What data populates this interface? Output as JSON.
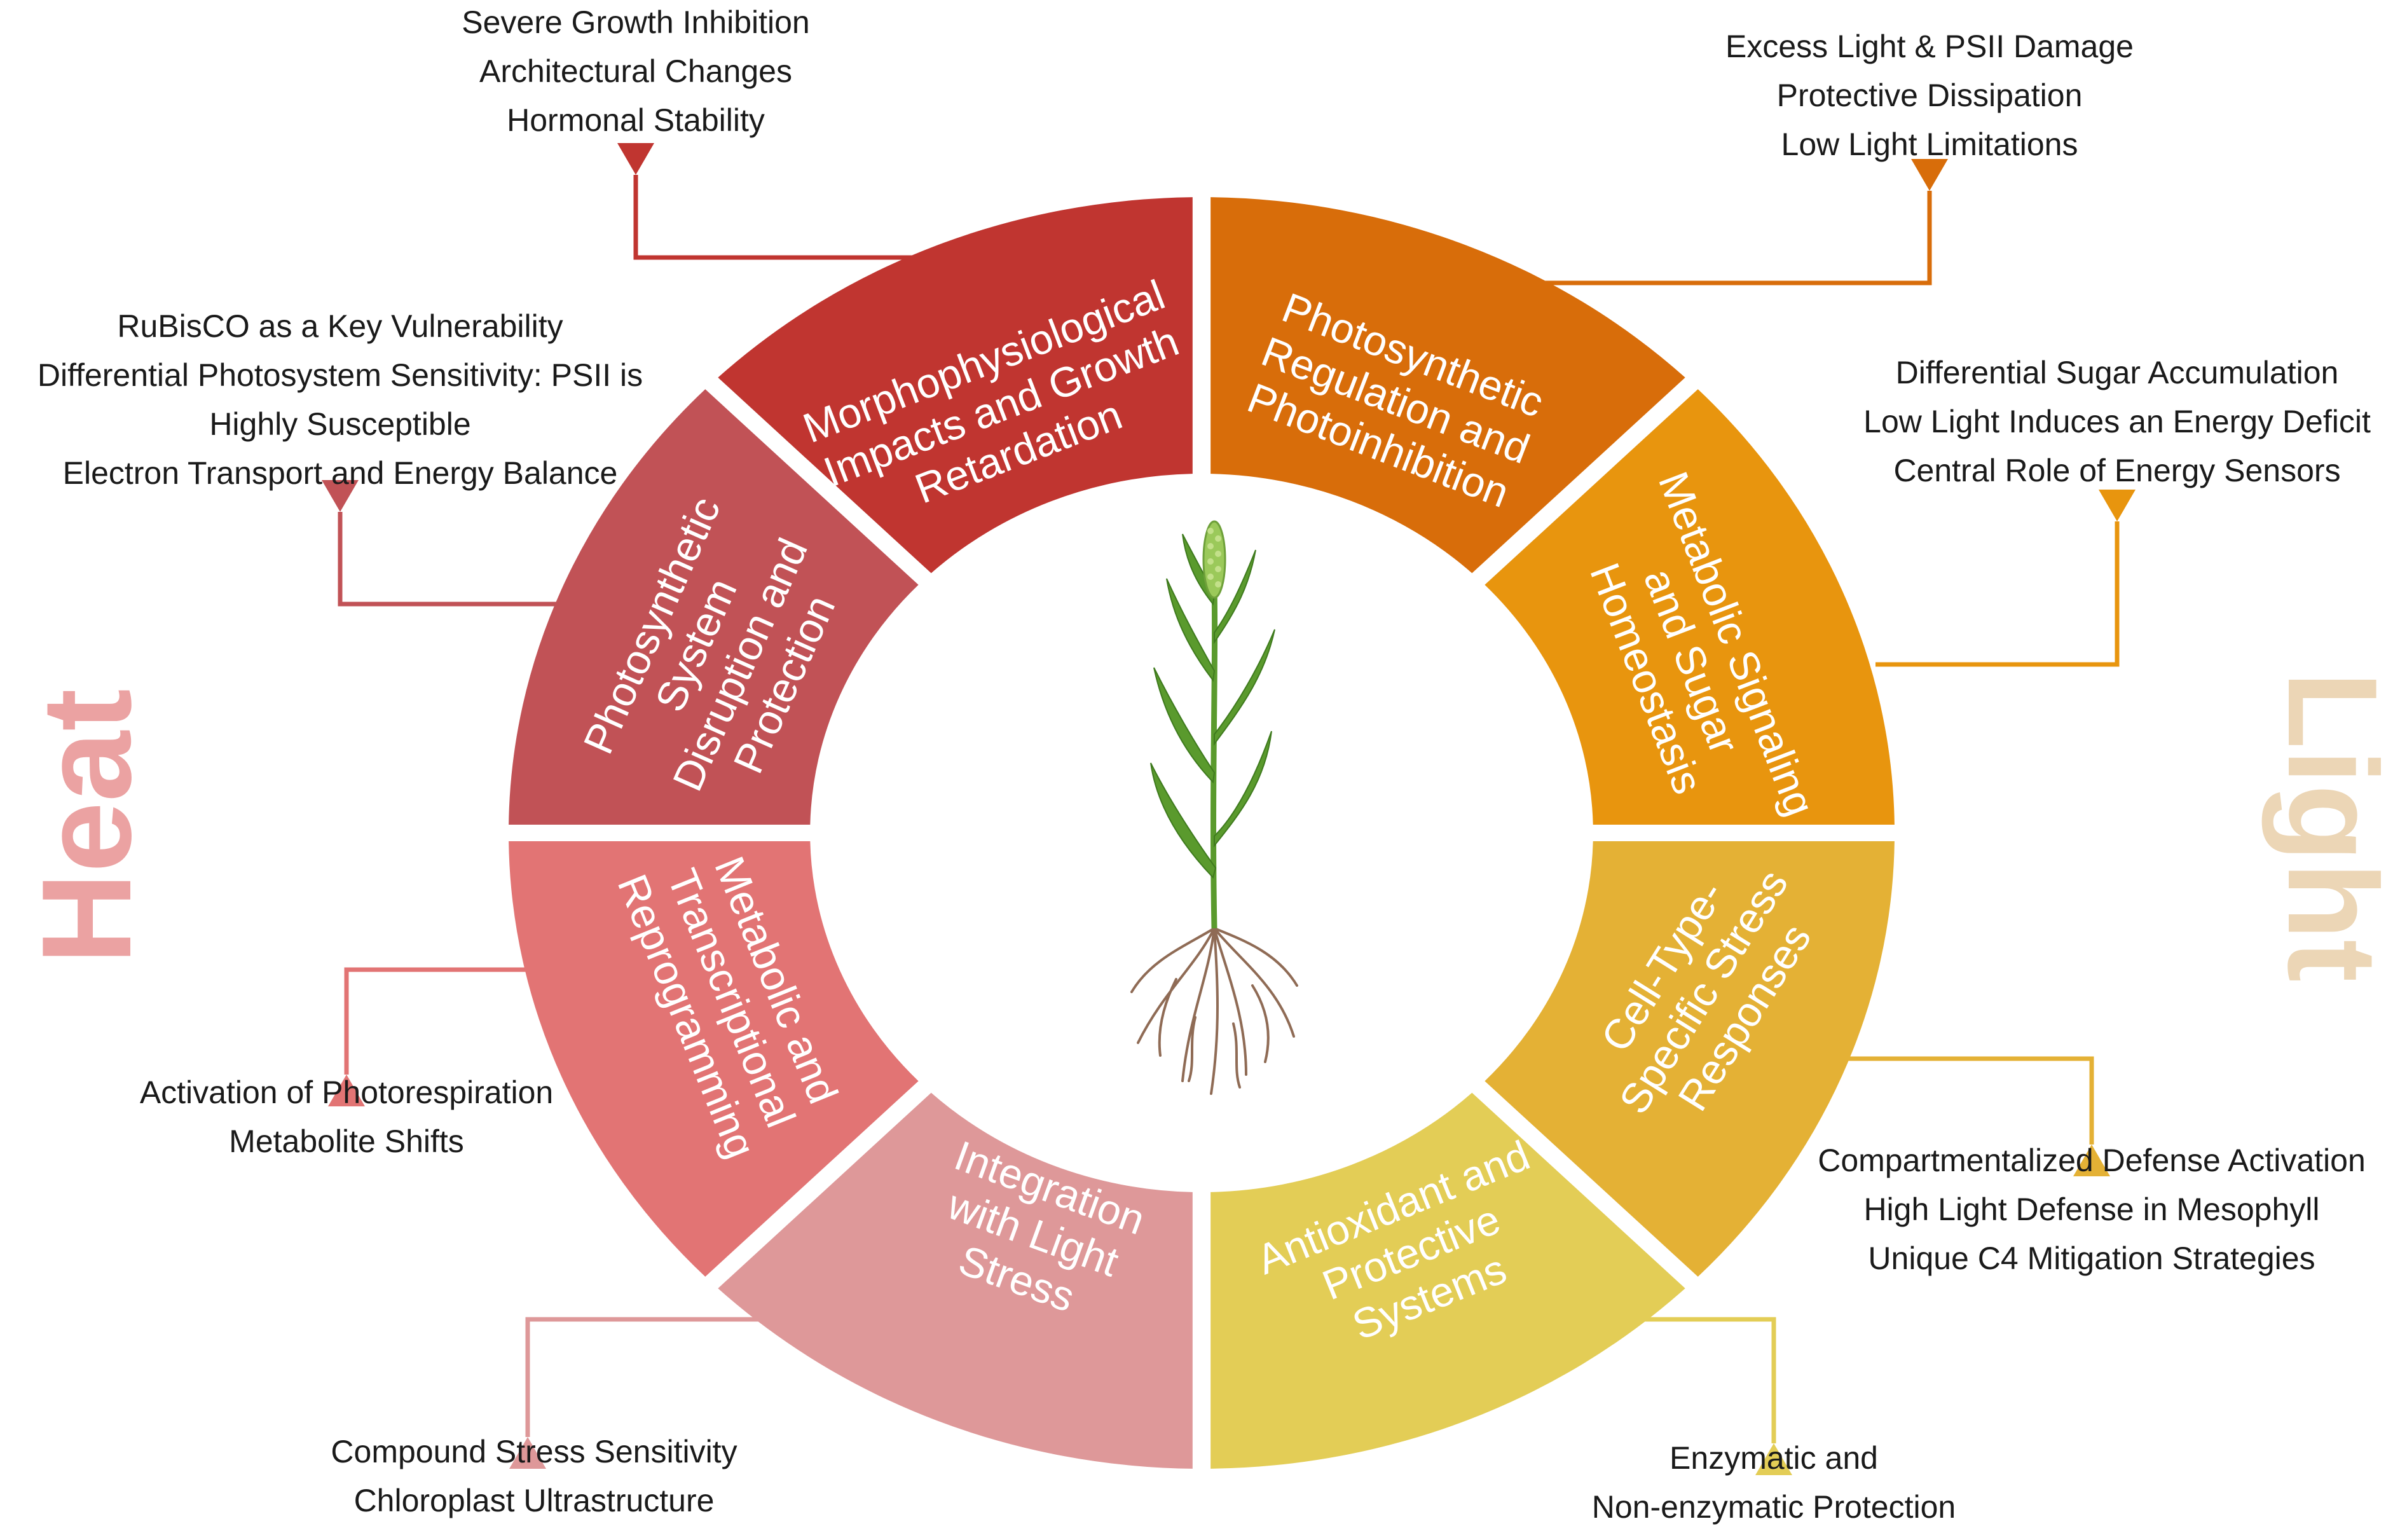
{
  "colors": {
    "morpho": "#c03530",
    "photosys_heat": "#c15256",
    "metabolic_heat": "#e27474",
    "integration": "#de9899",
    "photosyn_light": "#d86d0a",
    "metabolic_light": "#e8950e",
    "celltype": "#e4b135",
    "antioxidant": "#e3cd56",
    "heat_word": "#eba2a2",
    "light_word": "#ecd6b6",
    "plant_green": "#5a9a2d",
    "spike_green": "#9bc95a",
    "root_brown": "#8f6b55"
  },
  "side_labels": {
    "heat": "Heat",
    "light": "Light"
  },
  "segments": [
    {
      "id": "morpho",
      "color_key": "morpho",
      "lines": [
        "Morphophysiological",
        "Impacts and Growth",
        "Retardation"
      ]
    },
    {
      "id": "photosyn_light",
      "color_key": "photosyn_light",
      "lines": [
        "Photosynthetic",
        "Regulation and",
        "Photoinhibition"
      ]
    },
    {
      "id": "metabolic_light",
      "color_key": "metabolic_light",
      "lines": [
        "Metabolic Signaling",
        "and Sugar",
        "Homeostasis"
      ]
    },
    {
      "id": "celltype",
      "color_key": "celltype",
      "lines": [
        "Cell-Type-",
        "Specific Stress",
        "Responses"
      ]
    },
    {
      "id": "antioxidant",
      "color_key": "antioxidant",
      "lines": [
        "Antioxidant and",
        "Protective",
        "Systems"
      ]
    },
    {
      "id": "integration",
      "color_key": "integration",
      "lines": [
        "Integration",
        "with Light",
        "Stress"
      ]
    },
    {
      "id": "metabolic_heat",
      "color_key": "metabolic_heat",
      "lines": [
        "Metabolic and",
        "Transcriptional",
        "Reprogramming"
      ]
    },
    {
      "id": "photosys_heat",
      "color_key": "photosys_heat",
      "lines": [
        "Photosynthetic",
        "System",
        "Disruption and",
        "Protection"
      ]
    }
  ],
  "callouts": [
    {
      "id": "morpho",
      "color_key": "morpho",
      "lines": [
        "Severe Growth Inhibition",
        "Architectural Changes",
        "Hormonal Stability"
      ]
    },
    {
      "id": "photosyn_light",
      "color_key": "photosyn_light",
      "lines": [
        "Excess Light & PSII Damage",
        "Protective Dissipation",
        "Low Light Limitations"
      ]
    },
    {
      "id": "photosys_heat",
      "color_key": "photosys_heat",
      "lines": [
        "RuBisCO as a Key Vulnerability",
        "Differential Photosystem Sensitivity: PSII is",
        "Highly Susceptible",
        "Electron Transport and Energy Balance"
      ]
    },
    {
      "id": "metabolic_light",
      "color_key": "metabolic_light",
      "lines": [
        "Differential Sugar Accumulation",
        "Low Light Induces an Energy Deficit",
        "Central Role of Energy Sensors"
      ]
    },
    {
      "id": "metabolic_heat",
      "color_key": "metabolic_heat",
      "lines": [
        "Activation of Photorespiration",
        "Metabolite Shifts"
      ]
    },
    {
      "id": "celltype",
      "color_key": "celltype",
      "lines": [
        "Compartmentalized Defense Activation",
        "High Light Defense in Mesophyll",
        "Unique C4 Mitigation Strategies"
      ]
    },
    {
      "id": "integration",
      "color_key": "integration",
      "lines": [
        "Compound Stress Sensitivity",
        "Chloroplast Ultrastructure"
      ]
    },
    {
      "id": "antioxidant",
      "color_key": "antioxidant",
      "lines": [
        "Enzymatic and",
        "Non-enzymatic Protection"
      ]
    }
  ]
}
